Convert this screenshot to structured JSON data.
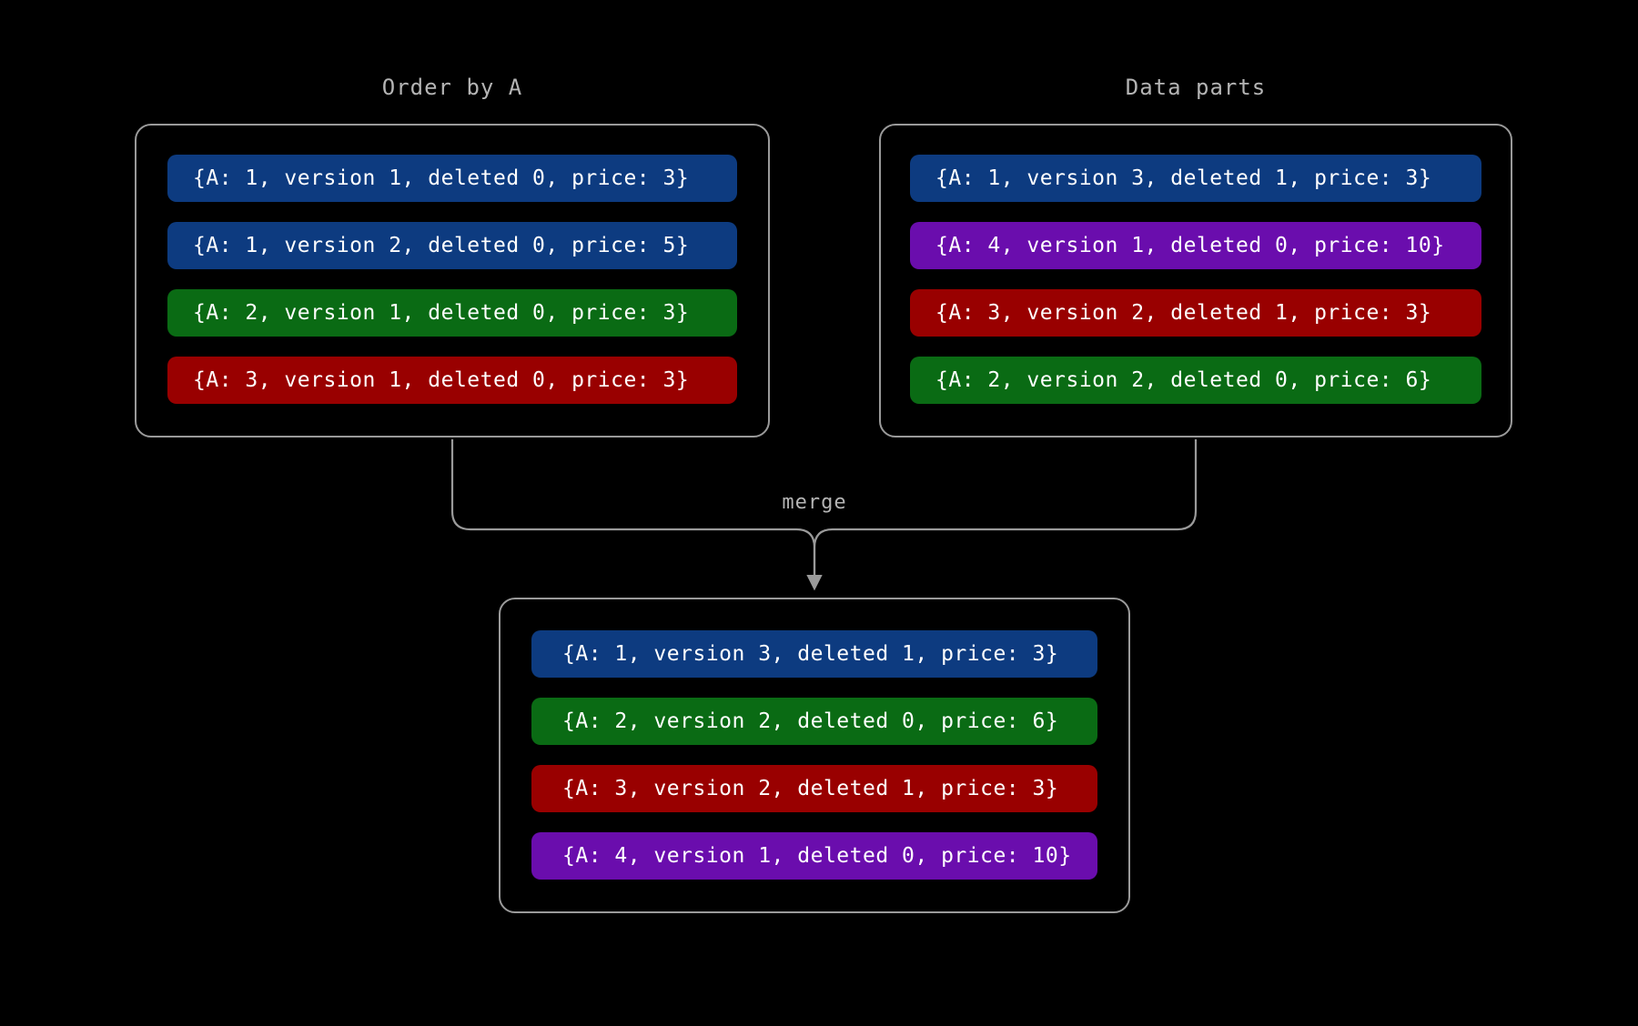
{
  "diagram": {
    "title_left": "Order by A",
    "title_right": "Data parts",
    "merge_label": "merge",
    "background_color": "#000000",
    "panel_border_color": "#9a9a9a",
    "label_color": "#b4b4b4",
    "connector_color": "#9a9a9a",
    "row_text_color": "#ffffff",
    "colors": {
      "blue": "#0d3b80",
      "green": "#0a6b14",
      "red": "#990000",
      "purple": "#6a0dad"
    }
  },
  "panels": {
    "order_by_a": {
      "title": "Order by A",
      "rows": [
        {
          "text": "{A: 1, version 1, deleted 0, price: 3}",
          "color": "#0d3b80",
          "color_name": "blue",
          "a": 1,
          "version": 1,
          "deleted": 0,
          "price": 3
        },
        {
          "text": "{A: 1, version 2, deleted 0, price: 5}",
          "color": "#0d3b80",
          "color_name": "blue",
          "a": 1,
          "version": 2,
          "deleted": 0,
          "price": 5
        },
        {
          "text": "{A: 2, version 1, deleted 0, price: 3}",
          "color": "#0a6b14",
          "color_name": "green",
          "a": 2,
          "version": 1,
          "deleted": 0,
          "price": 3
        },
        {
          "text": "{A: 3, version 1, deleted 0, price: 3}",
          "color": "#990000",
          "color_name": "red",
          "a": 3,
          "version": 1,
          "deleted": 0,
          "price": 3
        }
      ]
    },
    "data_parts": {
      "title": "Data parts",
      "rows": [
        {
          "text": "{A: 1, version 3, deleted 1, price: 3}",
          "color": "#0d3b80",
          "color_name": "blue",
          "a": 1,
          "version": 3,
          "deleted": 1,
          "price": 3
        },
        {
          "text": "{A: 4, version 1, deleted 0, price: 10}",
          "color": "#6a0dad",
          "color_name": "purple",
          "a": 4,
          "version": 1,
          "deleted": 0,
          "price": 10
        },
        {
          "text": "{A: 3, version 2, deleted 1, price: 3}",
          "color": "#990000",
          "color_name": "red",
          "a": 3,
          "version": 2,
          "deleted": 1,
          "price": 3
        },
        {
          "text": "{A: 2, version 2, deleted 0, price: 6}",
          "color": "#0a6b14",
          "color_name": "green",
          "a": 2,
          "version": 2,
          "deleted": 0,
          "price": 6
        }
      ]
    },
    "merged_result": {
      "rows": [
        {
          "text": "{A: 1, version 3, deleted 1, price: 3}",
          "color": "#0d3b80",
          "color_name": "blue",
          "a": 1,
          "version": 3,
          "deleted": 1,
          "price": 3
        },
        {
          "text": "{A: 2, version 2, deleted 0, price: 6}",
          "color": "#0a6b14",
          "color_name": "green",
          "a": 2,
          "version": 2,
          "deleted": 0,
          "price": 6
        },
        {
          "text": "{A: 3, version 2, deleted 1, price: 3}",
          "color": "#990000",
          "color_name": "red",
          "a": 3,
          "version": 2,
          "deleted": 1,
          "price": 3
        },
        {
          "text": "{A: 4, version 1, deleted 0, price: 10}",
          "color": "#6a0dad",
          "color_name": "purple",
          "a": 4,
          "version": 1,
          "deleted": 0,
          "price": 10
        }
      ]
    }
  }
}
